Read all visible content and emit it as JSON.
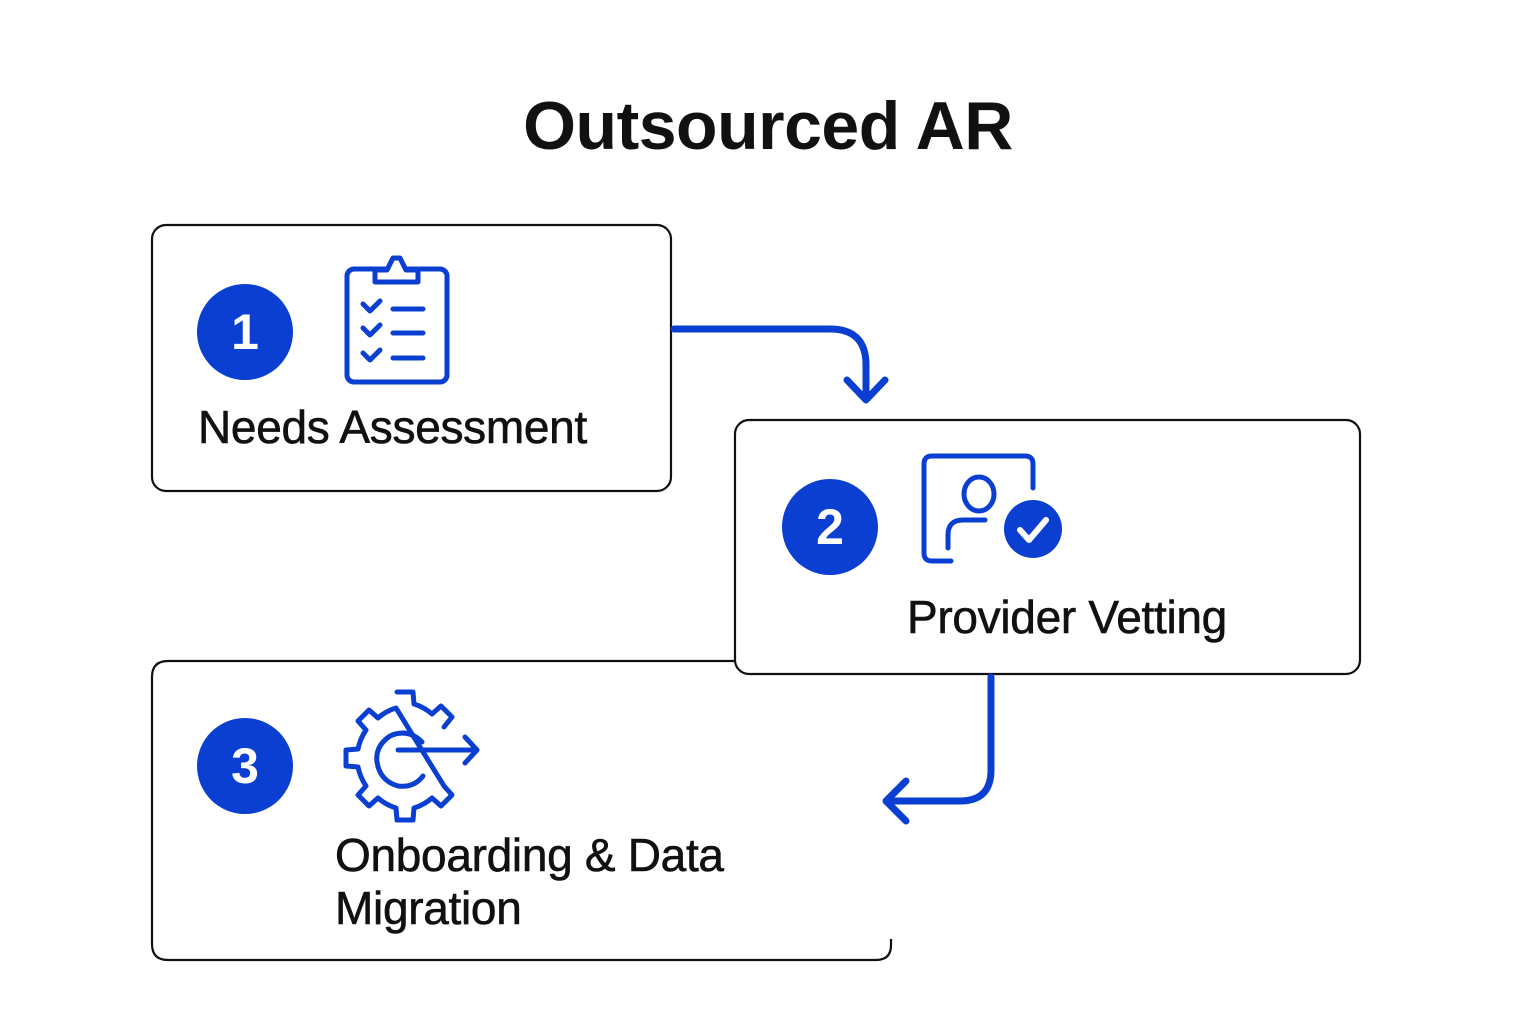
{
  "title": "Outsourced AR",
  "colors": {
    "accent": "#0B3FD1",
    "box_border": "#111111",
    "text": "#111111",
    "background": "#FFFFFF"
  },
  "steps": [
    {
      "number": "1",
      "label": "Needs Assessment",
      "icon": "clipboard-checklist-icon"
    },
    {
      "number": "2",
      "label": "Provider Vetting",
      "icon": "user-verified-icon"
    },
    {
      "number": "3",
      "label_line1": "Onboarding & Data",
      "label_line2": "Migration",
      "icon": "gear-arrow-icon"
    }
  ],
  "connectors": [
    {
      "from": "1",
      "to": "2",
      "icon": "arrow-down-icon"
    },
    {
      "from": "2",
      "to": "3",
      "icon": "arrow-left-icon"
    }
  ]
}
